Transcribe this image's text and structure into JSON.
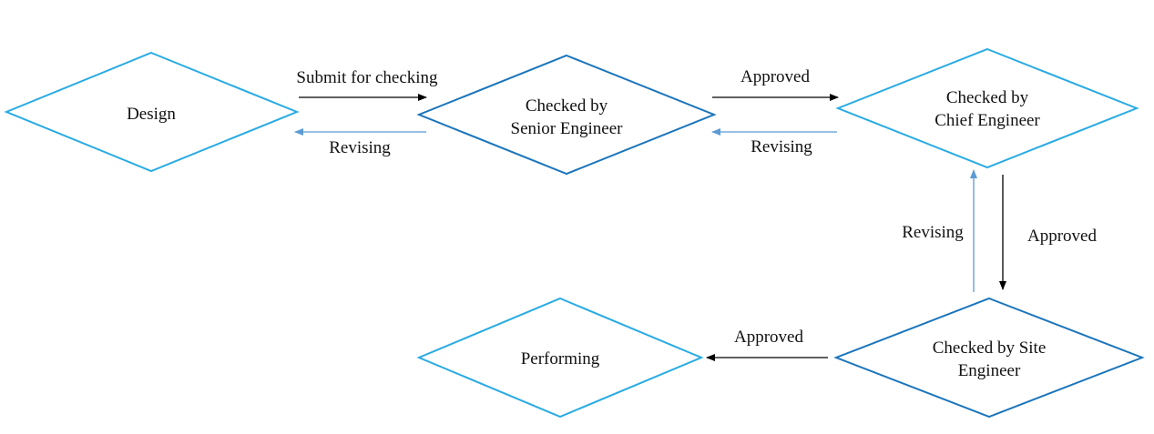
{
  "nodes": {
    "design": {
      "lines": [
        "Design"
      ]
    },
    "senior": {
      "lines": [
        "Checked by",
        "Senior Engineer"
      ]
    },
    "chief": {
      "lines": [
        "Checked by",
        "Chief Engineer"
      ]
    },
    "site": {
      "lines": [
        "Checked by Site",
        "Engineer"
      ]
    },
    "performing": {
      "lines": [
        "Performing"
      ]
    }
  },
  "edges": {
    "design_to_senior": "Submit for checking",
    "senior_to_design": "Revising",
    "senior_to_chief": "Approved",
    "chief_to_senior": "Revising",
    "chief_to_site": "Approved",
    "site_to_chief": "Revising",
    "site_to_performing": "Approved"
  },
  "colors": {
    "light_border": "#29abe2",
    "dark_border": "#1b75bb",
    "approve_arrow": "#000000",
    "revise_arrow": "#5b9bd5"
  }
}
